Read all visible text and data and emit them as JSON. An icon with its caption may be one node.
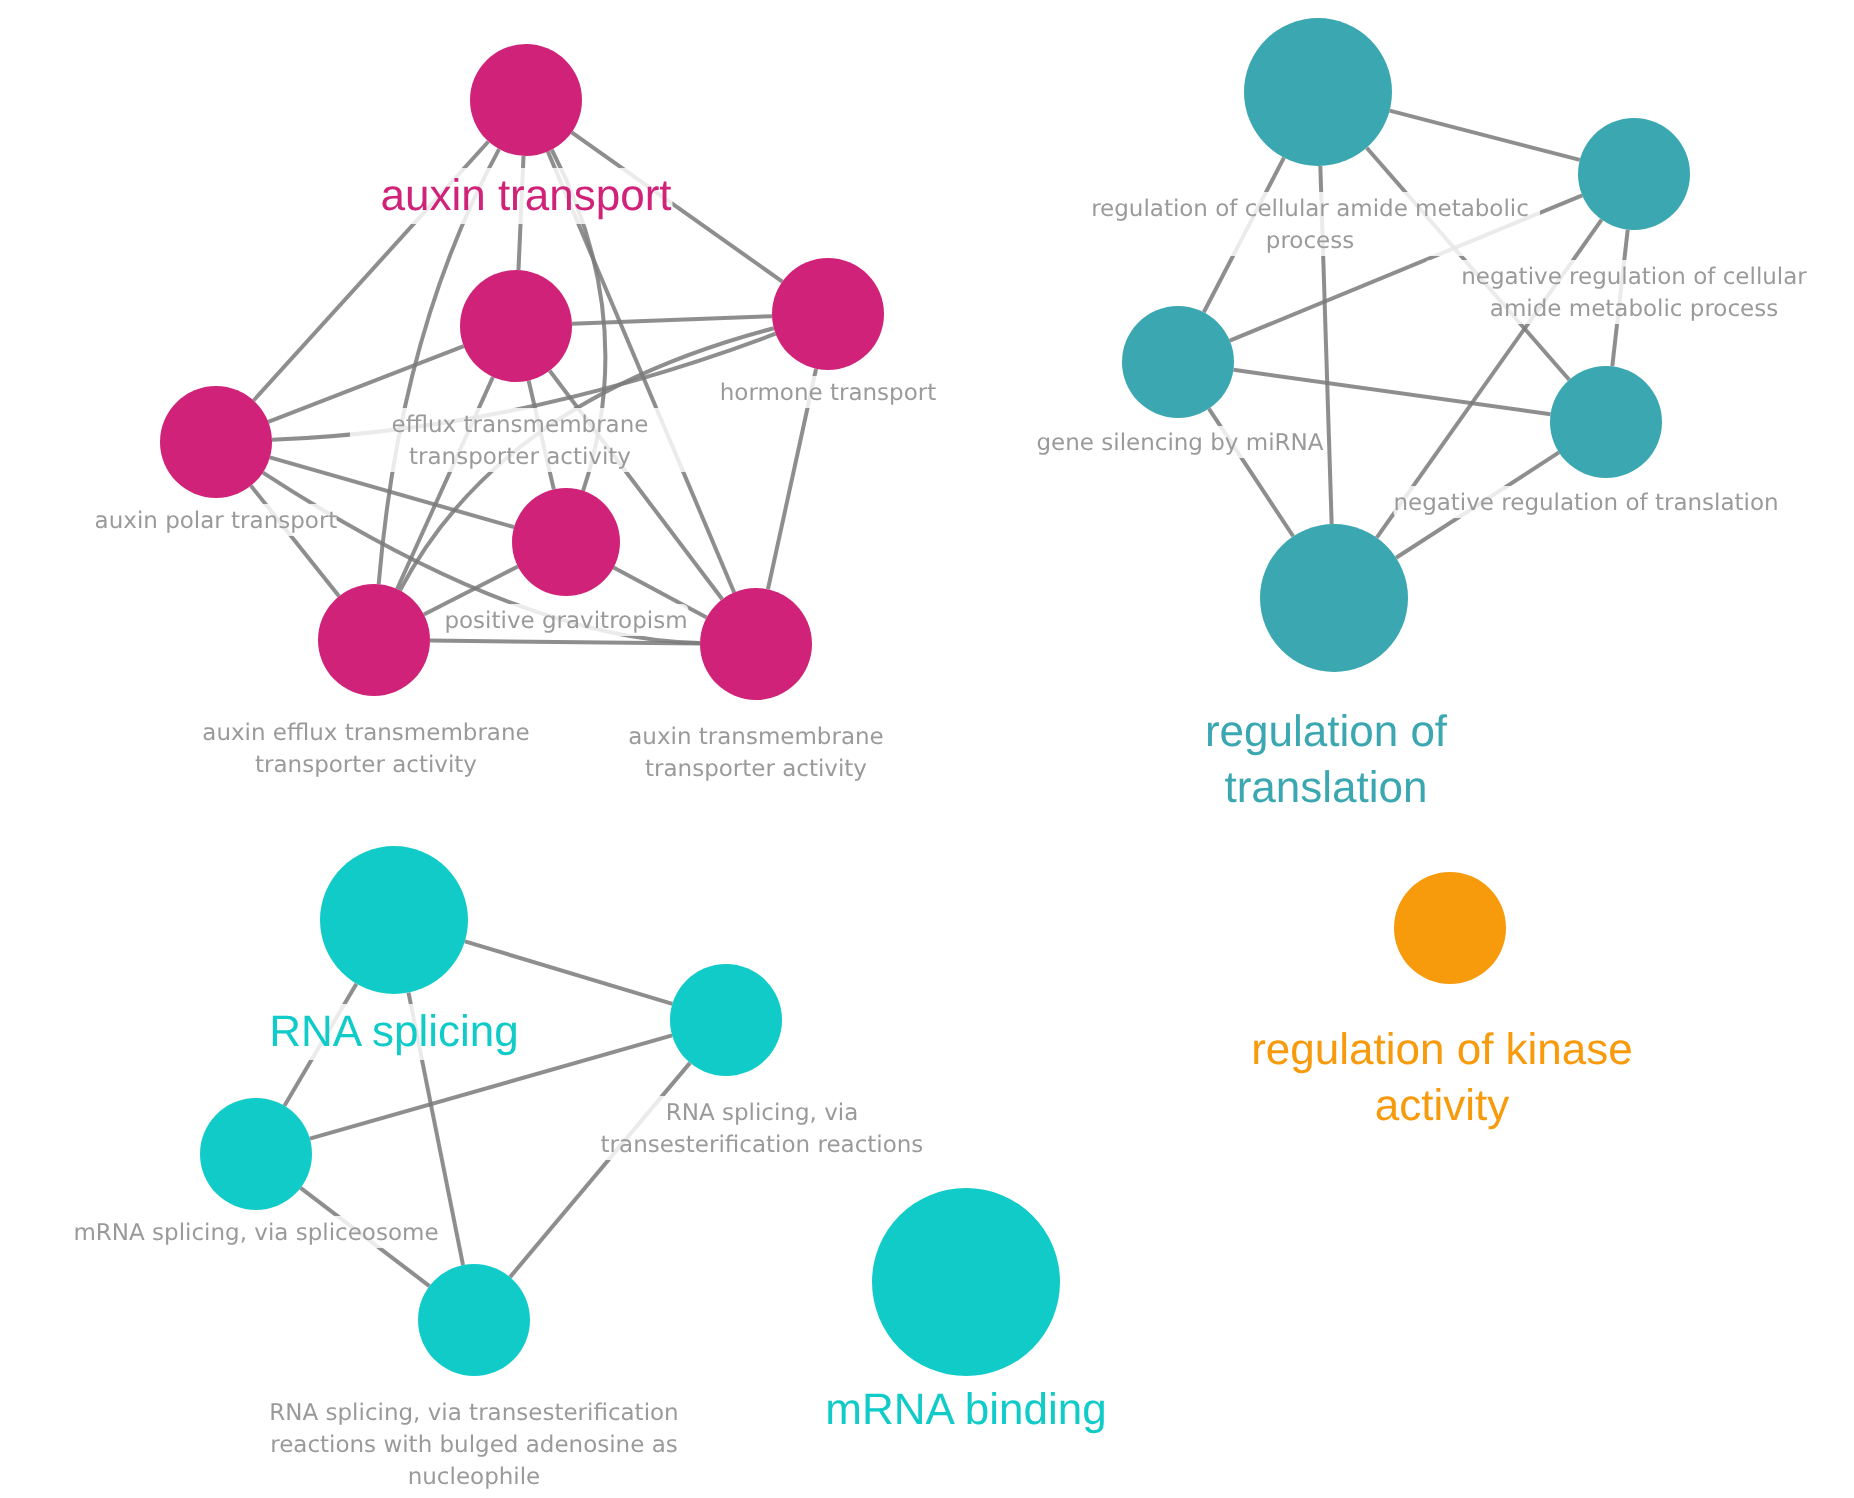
{
  "diagram": {
    "nodes": [
      {
        "text": [
          "auxin transport"
        ]
      },
      {
        "text": [
          "efflux transmembrane transporter activity"
        ]
      },
      {
        "text": [
          "hormone transport"
        ]
      },
      {
        "text": [
          "auxin polar transport"
        ]
      },
      {
        "text": [
          "positive gravitropism"
        ]
      },
      {
        "text": [
          "auxin efflux transmembrane transporter activity"
        ]
      },
      {
        "text": [
          "auxin transmembrane transporter activity"
        ]
      },
      {
        "text": [
          "regulation of cellular amide metabolic process"
        ]
      },
      {
        "text": [
          "negative regulation of cellular amide metabolic process"
        ]
      },
      {
        "text": [
          "gene silencing by miRNA"
        ]
      },
      {
        "text": [
          "negative regulation of translation"
        ]
      },
      {
        "text": [
          "regulation of translation"
        ]
      },
      {
        "text": [
          "RNA splicing"
        ]
      },
      {
        "text": [
          "RNA splicing, via transesterification reactions"
        ]
      },
      {
        "text": [
          "regulation of kinase activity"
        ]
      },
      {
        "text": [
          "mRNA splicing, via spliceosome"
        ]
      },
      {
        "text": [
          "mRNA binding"
        ]
      },
      {
        "text": [
          "RNA splicing, via transesterification reactions with bulged adenosine as nucleophile"
        ]
      }
    ],
    "edges": [
      {
        "from": 0,
        "to": 3,
        "arrow": "none"
      },
      {
        "from": 0,
        "to": 1,
        "arrow": "none"
      },
      {
        "from": 0,
        "to": 5,
        "arrow": "none"
      },
      {
        "from": 0,
        "to": 4,
        "arrow": "none"
      },
      {
        "from": 0,
        "to": 6,
        "arrow": "none"
      },
      {
        "from": 0,
        "to": 2,
        "arrow": "none"
      },
      {
        "from": 1,
        "to": 2,
        "arrow": "none"
      },
      {
        "from": 1,
        "to": 3,
        "arrow": "none"
      },
      {
        "from": 1,
        "to": 5,
        "arrow": "none"
      },
      {
        "from": 1,
        "to": 6,
        "arrow": "none"
      },
      {
        "from": 1,
        "to": 4,
        "arrow": "none"
      },
      {
        "from": 2,
        "to": 3,
        "arrow": "none"
      },
      {
        "from": 2,
        "to": 5,
        "arrow": "none"
      },
      {
        "from": 2,
        "to": 6,
        "arrow": "none"
      },
      {
        "from": 3,
        "to": 4,
        "arrow": "none"
      },
      {
        "from": 3,
        "to": 6,
        "arrow": "none"
      },
      {
        "from": 3,
        "to": 5,
        "arrow": "none"
      },
      {
        "from": 4,
        "to": 5,
        "arrow": "none"
      },
      {
        "from": 4,
        "to": 6,
        "arrow": "none"
      },
      {
        "from": 5,
        "to": 6,
        "arrow": "none"
      },
      {
        "from": 7,
        "to": 8,
        "arrow": "none"
      },
      {
        "from": 7,
        "to": 9,
        "arrow": "none"
      },
      {
        "from": 7,
        "to": 11,
        "arrow": "none"
      },
      {
        "from": 7,
        "to": 10,
        "arrow": "none"
      },
      {
        "from": 8,
        "to": 9,
        "arrow": "none"
      },
      {
        "from": 8,
        "to": 11,
        "arrow": "none"
      },
      {
        "from": 8,
        "to": 10,
        "arrow": "none"
      },
      {
        "from": 9,
        "to": 10,
        "arrow": "none"
      },
      {
        "from": 9,
        "to": 11,
        "arrow": "none"
      },
      {
        "from": 10,
        "to": 11,
        "arrow": "none"
      },
      {
        "from": 12,
        "to": 13,
        "arrow": "none"
      },
      {
        "from": 12,
        "to": 15,
        "arrow": "none"
      },
      {
        "from": 12,
        "to": 17,
        "arrow": "none"
      },
      {
        "from": 15,
        "to": 13,
        "arrow": "none"
      },
      {
        "from": 15,
        "to": 17,
        "arrow": "none"
      },
      {
        "from": 13,
        "to": 17,
        "arrow": "none"
      }
    ]
  }
}
